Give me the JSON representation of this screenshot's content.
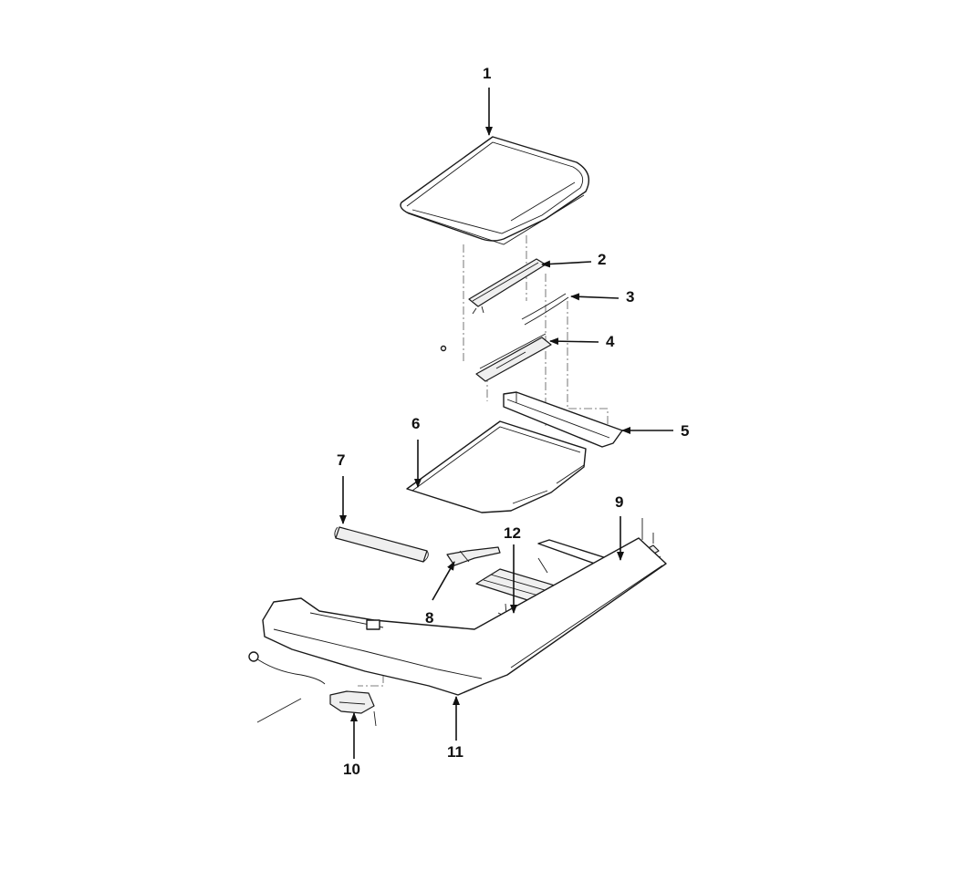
{
  "callouts": [
    "1",
    "2",
    "3",
    "4",
    "5",
    "6",
    "7",
    "8",
    "9",
    "10",
    "11",
    "12"
  ],
  "colors": {
    "line": "#1a1a1a",
    "background": "#ffffff",
    "shade": "#efefef"
  }
}
